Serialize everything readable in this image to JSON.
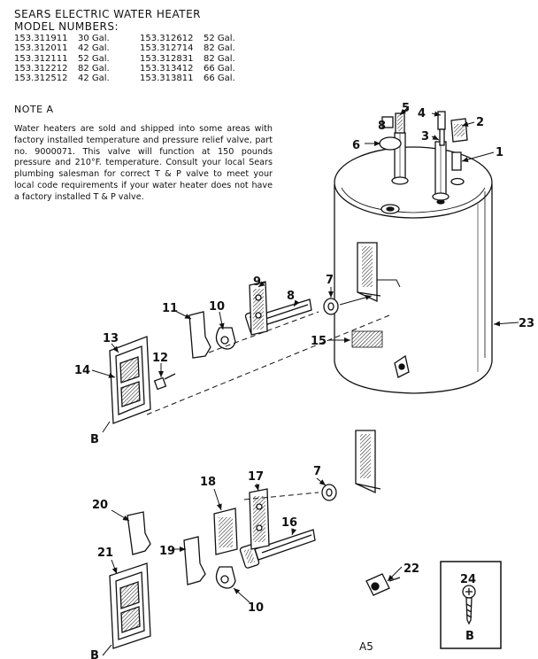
{
  "header": {
    "title": "SEARS ELECTRIC WATER HEATER",
    "subtitle": "MODEL NUMBERS:"
  },
  "models": [
    [
      {
        "number": "153.311911",
        "size": "30 Gal."
      },
      {
        "number": "153.312612",
        "size": "52 Gal."
      }
    ],
    [
      {
        "number": "153.312011",
        "size": "42 Gal."
      },
      {
        "number": "153.312714",
        "size": "82 Gal."
      }
    ],
    [
      {
        "number": "153.312111",
        "size": "52 Gal."
      },
      {
        "number": "153.312831",
        "size": "82 Gal."
      }
    ],
    [
      {
        "number": "153.312212",
        "size": "82 Gal."
      },
      {
        "number": "153.313412",
        "size": "66 Gal."
      }
    ],
    [
      {
        "number": "153.312512",
        "size": "42 Gal."
      },
      {
        "number": "153.313811",
        "size": "66 Gal."
      }
    ]
  ],
  "note": {
    "title": "NOTE A",
    "text": "Water heaters are sold and shipped into some areas with factory installed temperature and pressure relief valve, part no. 9000071. This valve will function at 150 pounds pressure and 210°F. temperature. Consult your local Sears plumbing salesman for correct T & P valve to meet your local code requirements if your water heater does not have a factory installed T & P valve."
  },
  "callouts": {
    "c1": "1",
    "c2": "2",
    "c3": "3",
    "c4": "4",
    "c5": "5",
    "c6": "6",
    "c7a": "7",
    "c7b": "7",
    "c8a": "8",
    "c8b": "8",
    "c9": "9",
    "c10a": "10",
    "c10b": "10",
    "c11": "11",
    "c12": "12",
    "c13": "13",
    "c14": "14",
    "c15": "15",
    "c16": "16",
    "c17": "17",
    "c18": "18",
    "c19": "19",
    "c20": "20",
    "c21": "21",
    "c22": "22",
    "c23": "23",
    "c24": "24",
    "cB1": "B",
    "cB2": "B",
    "cB3": "B"
  },
  "page_code": "A5",
  "colors": {
    "ink": "#111111",
    "paper": "#ffffff"
  }
}
